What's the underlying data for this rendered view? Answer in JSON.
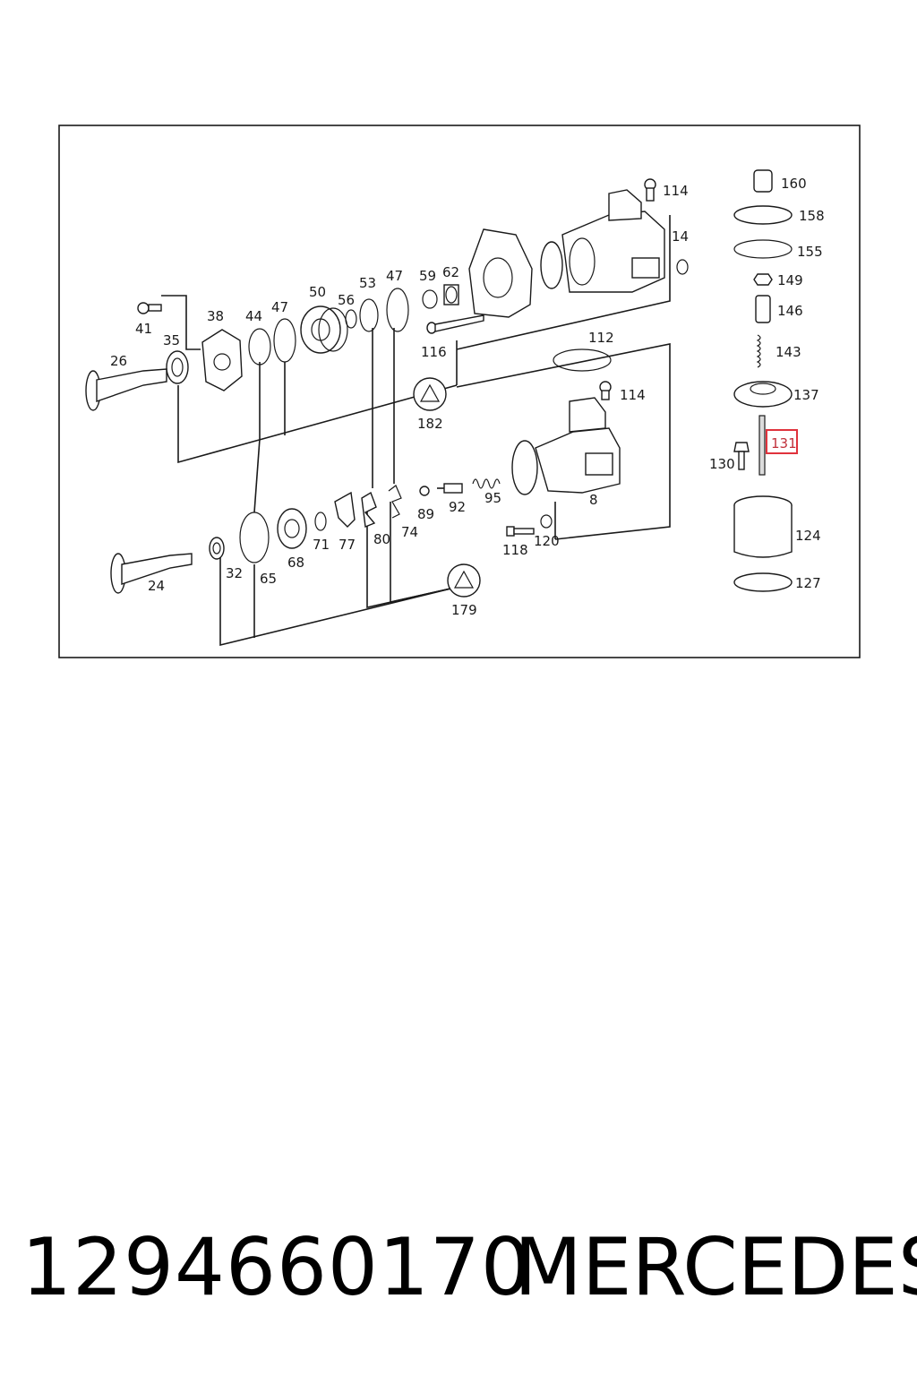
{
  "diagram": {
    "labels": [
      "160",
      "158",
      "155",
      "149",
      "146",
      "143",
      "137",
      "131",
      "130",
      "124",
      "127",
      "114",
      "14",
      "112",
      "114",
      "8",
      "95",
      "92",
      "89",
      "118",
      "120",
      "41",
      "38",
      "35",
      "26",
      "44",
      "47",
      "50",
      "56",
      "53",
      "47",
      "59",
      "62",
      "116",
      "182",
      "24",
      "32",
      "65",
      "68",
      "71",
      "77",
      "80",
      "74",
      "179"
    ],
    "highlighted": "131",
    "highlight_color": "#e0323c"
  },
  "footer": {
    "part_number": "1294660170",
    "brand": "MERCEDES"
  }
}
